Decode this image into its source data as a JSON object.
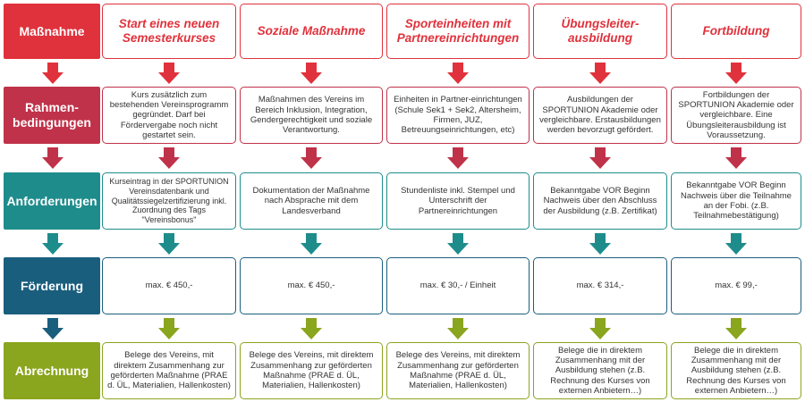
{
  "colors": {
    "red": "#e0323c",
    "crimson": "#c0324a",
    "teal": "#1f8c8c",
    "darkblue": "#1a5e7e",
    "green": "#8aa51e"
  },
  "rows": {
    "massnahme": "Maßnahme",
    "rahmen": "Rahmen-\nbedingungen",
    "anforderungen": "Anforderungen",
    "foerderung": "Förderung",
    "abrechnung": "Abrechnung"
  },
  "columns": [
    {
      "header": "Start eines neuen Semesterkurses",
      "rahmen": "Kurs zusätzlich zum bestehenden Vereinsprogramm gegründet. Darf bei Fördervergabe noch nicht gestartet sein.",
      "anforderungen": "Kurseintrag in der SPORTUNION Vereinsdatenbank und Qualitätssiegelzertifizierung inkl. Zuordnung des Tags \"Vereinsbonus\"",
      "foerderung": "max. € 450,-",
      "abrechnung": "Belege des Vereins, mit direktem Zusammenhang zur geförderten Maßnahme (PRAE d. ÜL, Materialien, Hallenkosten)"
    },
    {
      "header": "Soziale Maßnahme",
      "rahmen": "Maßnahmen des Vereins im Bereich Inklusion, Integration, Gendergerechtigkeit und soziale Verantwortung.",
      "anforderungen": "Dokumentation der Maßnahme nach Absprache mit dem Landesverband",
      "foerderung": "max. € 450,-",
      "abrechnung": "Belege des Vereins, mit direktem Zusammenhang zur geförderten Maßnahme (PRAE d. ÜL, Materialien, Hallenkosten)"
    },
    {
      "header": "Sporteinheiten mit Partnereinrichtungen",
      "rahmen": "Einheiten in Partner-einrichtungen (Schule Sek1 + Sek2, Altersheim, Firmen, JUZ, Betreuungseinrichtungen, etc)",
      "anforderungen": "Stundenliste inkl. Stempel und Unterschrift der Partnereinrichtungen",
      "foerderung": "max. € 30,- / Einheit",
      "abrechnung": "Belege des Vereins, mit direktem Zusammenhang zur geförderten Maßnahme (PRAE d. ÜL, Materialien, Hallenkosten)"
    },
    {
      "header": "Übungsleiter-ausbildung",
      "rahmen": "Ausbildungen der SPORTUNION Akademie oder vergleichbare. Erstausbildungen werden bevorzugt gefördert.",
      "anforderungen": "Bekanntgabe VOR Beginn Nachweis über den Abschluss der Ausbildung (z.B. Zertifikat)",
      "foerderung": "max. € 314,-",
      "abrechnung": "Belege die in direktem Zusammenhang mit der Ausbildung stehen (z.B. Rechnung des Kurses von externen Anbietern…)"
    },
    {
      "header": "Fortbildung",
      "rahmen": "Fortbildungen der SPORTUNION Akademie oder vergleichbare. Eine Übungsleiterausbildung ist Voraussetzung.",
      "anforderungen": "Bekanntgabe VOR Beginn Nachweis über die Teilnahme an der Fobi. (z.B. Teilnahmebestätigung)",
      "foerderung": "max. € 99,-",
      "abrechnung": "Belege die in direktem Zusammenhang mit der Ausbildung stehen (z.B. Rechnung des Kurses von externen Anbietern…)"
    }
  ]
}
